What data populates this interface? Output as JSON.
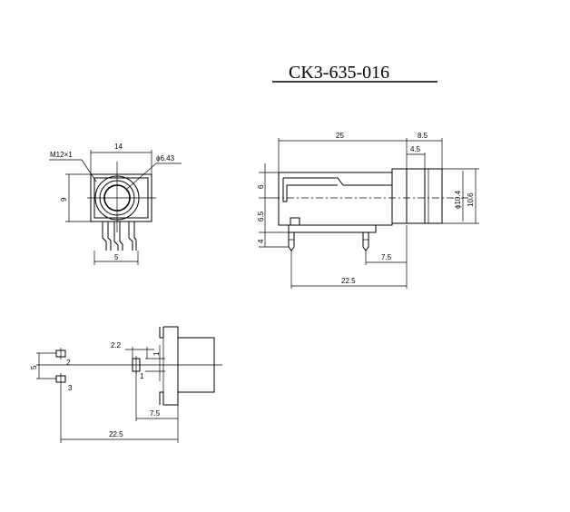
{
  "title": "CK3-635-016",
  "front_view": {
    "thread": "M12×1",
    "width": "14",
    "hole_diameter": "ϕ6.43",
    "height": "9",
    "pin_pitch": "5"
  },
  "side_view": {
    "length": "25",
    "nose_length": "8.5",
    "nose_step": "4.5",
    "top_height": "6",
    "mid_height": "6.5",
    "pin_height": "4",
    "nose_inner_diameter": "ϕ10.4",
    "nose_outer_diameter": "10.6",
    "pin_offset": "7.5",
    "pin_span": "22.5"
  },
  "bottom_view": {
    "pad_offset": "2.2",
    "pin_1_a": "1",
    "pin_1_b": "1",
    "pin_2": "2",
    "pin_3": "3",
    "pin_spacing": "5",
    "pin_offset": "7.5",
    "pin_span": "22.5"
  }
}
